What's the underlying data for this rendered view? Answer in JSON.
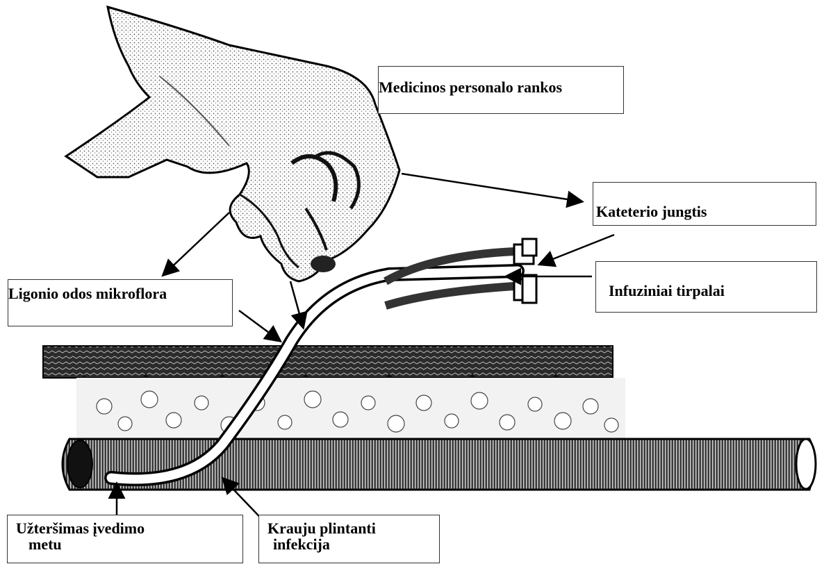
{
  "labels": {
    "hands": "Medicinos personalo rankos",
    "connector": "Kateterio jungtis",
    "infusion": "Infuziniai tirpalai",
    "skin_flora": "Ligonio odos mikroflora",
    "insertion_line1": "Užteršimas įvedimo",
    "insertion_line2": "metu",
    "bloodborne_line1": "Krauju plintanti",
    "bloodborne_line2": "infekcija"
  },
  "colors": {
    "ink": "#000000",
    "box_border": "#333333",
    "background": "#ffffff"
  }
}
